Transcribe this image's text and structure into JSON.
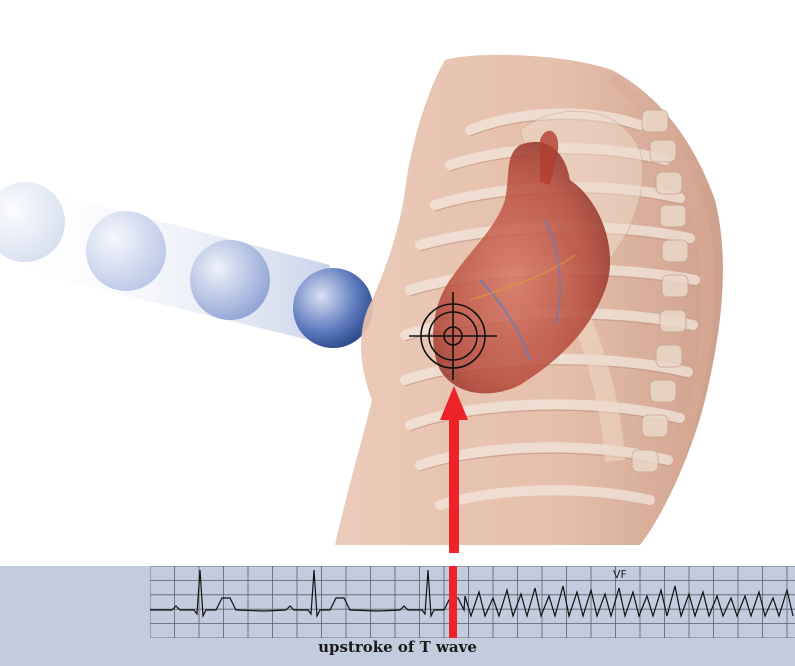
{
  "colors": {
    "ball_light": "#e4e8f3",
    "ball_dark": "#2f4f9a",
    "skin": "#e7c5b2",
    "skin_shadow": "#c99a85",
    "bone": "#f2e6dc",
    "heart": "#b5483a",
    "arrow": "#ee2229",
    "panel": "#c3ccdf",
    "trace": "#111111"
  },
  "figure": {
    "icons": [
      "motion-blur-ball",
      "crosshair-target",
      "upward-arrow"
    ]
  },
  "ecg": {
    "rhythm_label": "VF",
    "caption": "upstroke of T wave"
  }
}
